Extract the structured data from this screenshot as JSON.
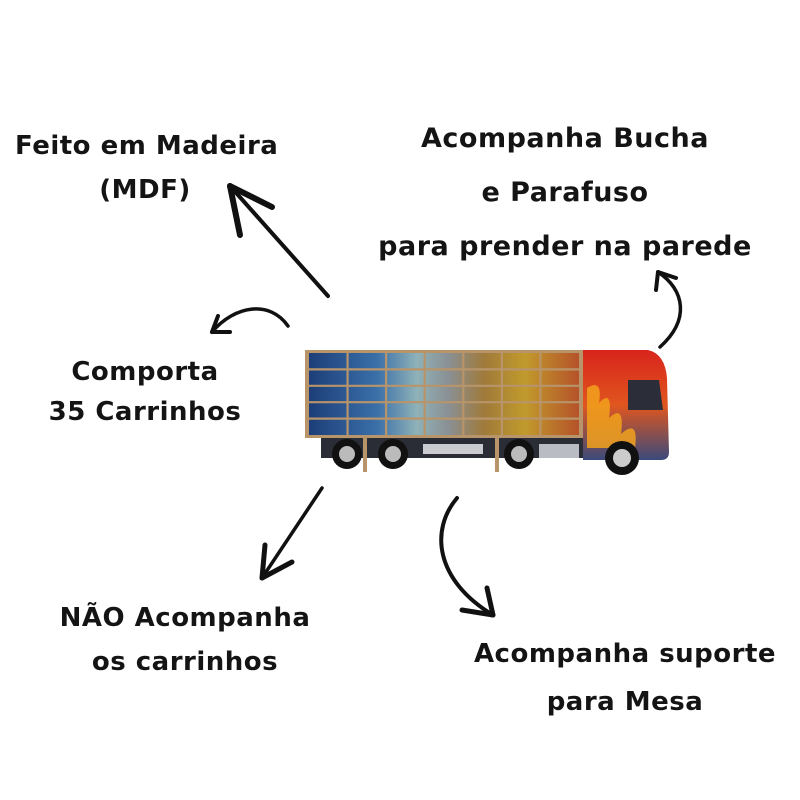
{
  "callouts": {
    "material": {
      "lines": [
        "Feito em Madeira",
        "(MDF)"
      ]
    },
    "mounting": {
      "lines": [
        "Acompanha Bucha",
        "e Parafuso",
        "para prender na parede"
      ]
    },
    "capacity": {
      "lines": [
        "Comporta",
        "35 Carrinhos"
      ]
    },
    "not_included": {
      "lines": [
        "NÃO Acompanha",
        "os carrinhos"
      ]
    },
    "stand": {
      "lines": [
        "Acompanha suporte",
        "para Mesa"
      ]
    }
  },
  "product": {
    "name": "truck-shaped toy car display shelf",
    "shelf_grid": {
      "rows": 5,
      "columns": 7
    },
    "cab_color": "#d8241c",
    "frame_color": "#b8946a"
  },
  "icons": [
    "arrow-up-left-icon",
    "curved-arrow-up-icon",
    "curved-arrow-left-icon",
    "arrow-down-left-icon",
    "curved-arrow-down-icon"
  ]
}
